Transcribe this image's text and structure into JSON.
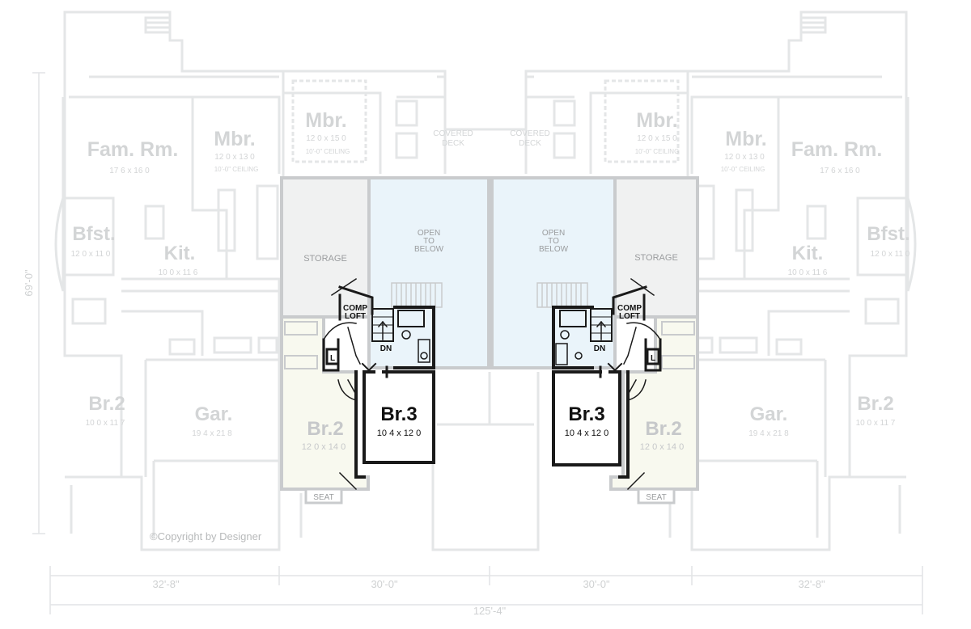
{
  "colors": {
    "faint_line": "#e4e6e7",
    "gray_line": "#c9cbcd",
    "dark_line": "#1a1a1a",
    "open_to_below_fill": "#eaf4fa",
    "storage_fill": "#f0f1f1",
    "bedroom2_fill": "#f8f9ef"
  },
  "rooms": {
    "fam_rm": {
      "name": "Fam. Rm.",
      "dims": "17 6 x 16 0"
    },
    "mbr_side": {
      "name": "Mbr.",
      "dims": "12 0 x 13 0",
      "note": "10'-0\" CEILING"
    },
    "mbr_center": {
      "name": "Mbr.",
      "dims": "12 0 x 15 0",
      "note": "10'-0\" CEILING"
    },
    "bfst": {
      "name": "Bfst.",
      "dims": "12 0 x 11 0"
    },
    "kit": {
      "name": "Kit.",
      "dims": "10 0 x 11 6"
    },
    "br2_side": {
      "name": "Br.2",
      "dims": "10 0 x 11 7"
    },
    "gar": {
      "name": "Gar.",
      "dims": "19 4 x 21 8"
    },
    "covered_deck": {
      "line1": "COVERED",
      "line2": "DECK"
    },
    "storage": {
      "name": "STORAGE"
    },
    "open_to_below": {
      "line1": "OPEN",
      "line2": "TO",
      "line3": "BELOW"
    },
    "comp_loft": {
      "line1": "COMP",
      "line2": "LOFT"
    },
    "br3": {
      "name": "Br.3",
      "dims": "10 4 x 12 0"
    },
    "br2_upper": {
      "name": "Br.2",
      "dims": "12 0 x 14 0"
    },
    "seat": {
      "name": "SEAT"
    },
    "stair_dn": {
      "name": "DN"
    },
    "linen": {
      "name": "L"
    }
  },
  "dimensions": {
    "overall_width": "125'-4\"",
    "outer_section": "32'-8\"",
    "inner_section": "30'-0\"",
    "depth": "69'-0\""
  },
  "copyright": "©Copyright by Designer"
}
